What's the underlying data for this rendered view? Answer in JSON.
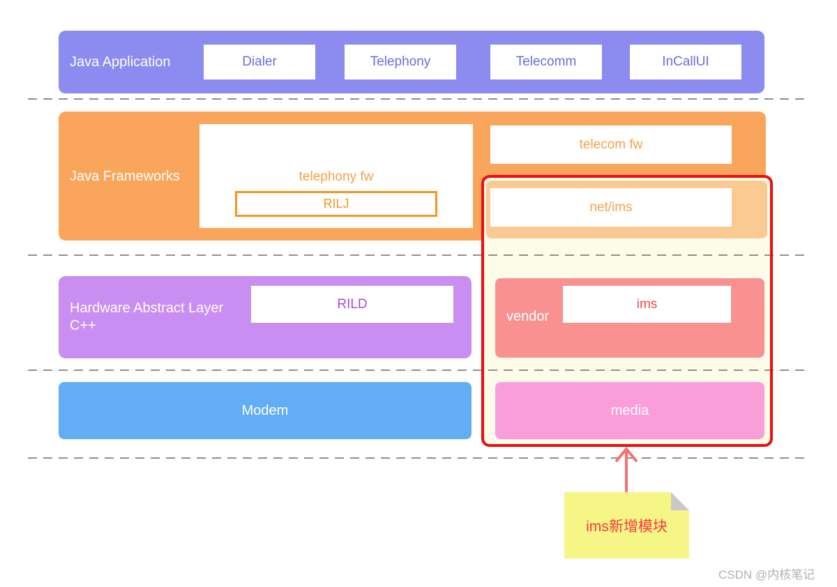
{
  "layers": {
    "java_application": {
      "label": "Java Application",
      "apps": [
        "Dialer",
        "Telephony",
        "Telecomm",
        "InCallUI"
      ]
    },
    "java_frameworks": {
      "label": "Java Frameworks",
      "telephony_fw": "telephony fw",
      "rilj": "RILJ",
      "telecom_fw": "telecom fw",
      "net_ims": "net/ims"
    },
    "hal": {
      "label_line1": "Hardware Abstract Layer",
      "label_line2": "C++",
      "rild": "RILD"
    },
    "vendor": {
      "label": "vendor",
      "ims": "ims"
    },
    "modem": {
      "label": "Modem"
    },
    "media": {
      "label": "media"
    }
  },
  "annotation": {
    "note_text": "ims新增模块",
    "arrow_icon": "arrow-up"
  },
  "watermark": "CSDN @内核笔记",
  "colors": {
    "java_application_bg": "#8b8bf0",
    "app_chip_text": "#6b6be5",
    "frameworks_bg": "#f9a55c",
    "frameworks_accent_text": "#f7941d",
    "net_ims_band_bg": "#fbca92",
    "hal_bg": "#c98ef1",
    "rild_text": "#a44be8",
    "modem_bg": "#63adf5",
    "vendor_bg": "#f99191",
    "ims_text": "#f94949",
    "media_bg": "#fa9eda",
    "highlight_border": "#ee0c0c",
    "highlight_fill": "#fdfce8",
    "note_bg": "#f6f687",
    "note_text": "#fb3a3a",
    "arrow": "#f87070",
    "dash_line": "#8f8f8f",
    "watermark_text": "#b2b2b2"
  }
}
